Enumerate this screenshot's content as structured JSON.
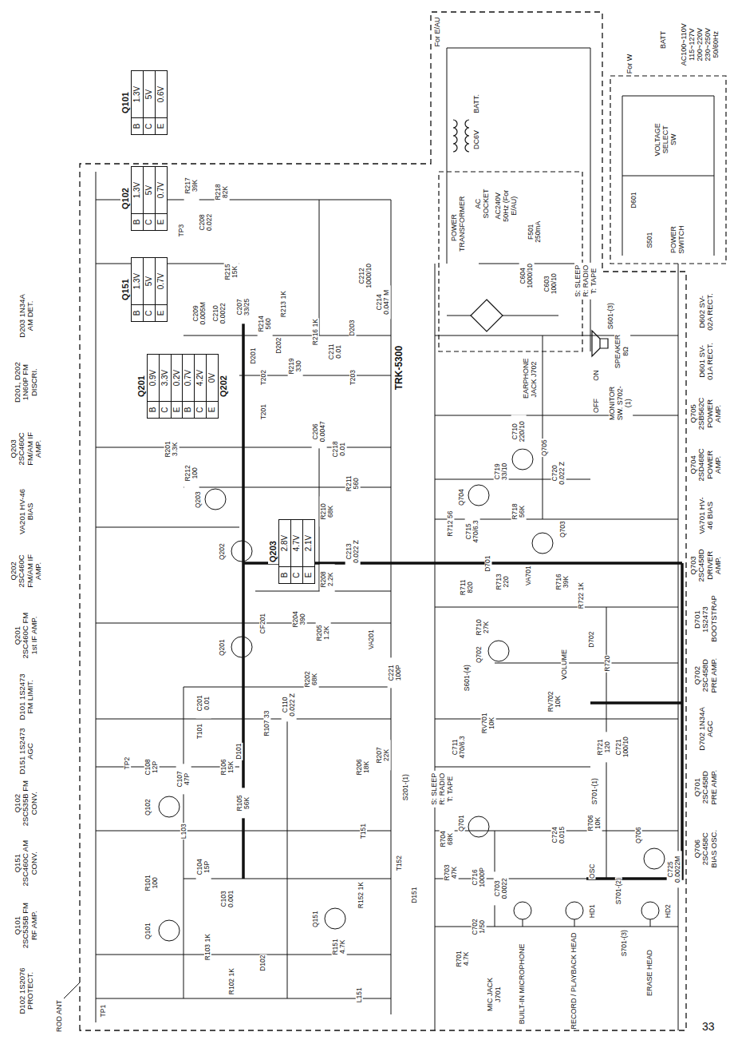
{
  "diagram": {
    "nodes": [
      {
        "text": [
          "Q101",
          "B",
          "1.3V",
          "C",
          "5V",
          "E",
          "0.6V"
        ]
      },
      {
        "text": [
          "Q102",
          "B",
          "1.3V",
          "C",
          "5V",
          "E",
          "0.7V"
        ]
      },
      {
        "text": [
          "Q151",
          "B",
          "1.3V",
          "C",
          "5V",
          "E",
          "0.7V"
        ]
      },
      {
        "text": [
          "Q201",
          "B",
          "0.9V",
          "C",
          "3.3V",
          "E",
          "0.2V"
        ]
      },
      {
        "text": [
          "Q202",
          "B",
          "0.7V",
          "C",
          "4.2V",
          "E",
          "0V"
        ]
      },
      {
        "text": [
          "Q203",
          "B",
          "2.8V",
          "C",
          "4.7V",
          "E",
          "2.1V"
        ]
      }
    ],
    "labels": [
      "D203 1N34A AM DET.",
      "D201, D202 1N60P FM DISCRI.",
      "Q203 2SC460C FM/AM IF AMP.",
      "VA201 HV-46 BIAS",
      "Q202 2SC460C FM/AM IF AMP.",
      "Q201 2SC460C FM 1st IF AMP.",
      "D101 1S2473 FM LIMIT.",
      "D151 1S2473 AGC",
      "Q102 2SC535B FM CONV.",
      "Q151 2SC460C AM CONV.",
      "Q101 2SC535B FM RF AMP.",
      "D102 1S2076 PROTECT.",
      "D602 SV-02A RECT.",
      "D601 SV-01A RECT.",
      "Q705 2SB562C POWER AMP.",
      "Q704 2SD468C POWER AMP.",
      "VA701 HV-46 BIAS",
      "Q703 2SC458D DRIVER AMP.",
      "D701 1S2473 BOOTSTRAP",
      "Q702 2SC458D PRE AMP.",
      "D702 1N34A AGC",
      "Q701 2SC458D PRE AMP.",
      "Q706 2SC458C BIAS OSC.",
      "AC100~110V 115~127V 200~220V 230~250V 50/60Hz",
      "BATT",
      "For W",
      "VOLTAGE SELECT SW",
      "D601",
      "POWER SWITCH",
      "S501",
      "For E/AU",
      "BATT.",
      "DC6V",
      "AC SOCKET",
      "POWER TRANSFORMER",
      "AC240V 50Hz (For E/AU)",
      "F501 250mA",
      "S: SLEEP R: RADIO T: TAPE",
      "S601-(3)",
      "SPEAKER 8Ω",
      "MONITOR SW. S702-(1)",
      "ON",
      "OFF",
      "EARPHONE JACK J702",
      "C604 1000/10",
      "C603 100/10",
      "C710 220/10",
      "C719 33/10",
      "C720 0.022 Z",
      "R712 56",
      "C715 470/6.3",
      "D701",
      "R713 220",
      "R718 56K",
      "VA701",
      "R711 820",
      "R716 39K",
      "R722 1K",
      "D702",
      "R720",
      "R710 27K",
      "S601-(4)",
      "RV702 10K",
      "VOLUME",
      "RV701 10K",
      "C711 470/6.3",
      "S: SLEEP R: RADIO T: TAPE",
      "R704 68K",
      "R703 47K",
      "C716 1000P",
      "C703 0.0022",
      "R701 4.7K",
      "C702 1/50",
      "R721 120",
      "C721 100/10",
      "S701-(1)",
      "R706 10K",
      "C724 0.015",
      "S701-(2)",
      "S701-(3)",
      "Q706",
      "C725 0.0022M",
      "OSC",
      "MIC JACK J701",
      "BUILT-IN MICROPHONE",
      "RECORD / PLAYBACK HEAD",
      "HD1",
      "ERASE HEAD",
      "HD2",
      "Q701",
      "Q702",
      "Q703",
      "Q704",
      "Q705",
      "TRK-5300",
      "TP1",
      "TP2",
      "TP3",
      "R217 39K",
      "C208 0.022",
      "R218 82K",
      "R215 15K",
      "C207 33/25",
      "R214 560",
      "R213 1K",
      "D201",
      "D202",
      "T202",
      "R219 330",
      "C209 0.005M",
      "C210 0.0022",
      "R216 1K",
      "C211 0.01",
      "D203",
      "C212 1000/10",
      "C214 0.047 M",
      "T203",
      "T201",
      "R201 3.3K",
      "R212 100",
      "C206 0.0047",
      "C218 0.01",
      "R211 560",
      "R210 68K",
      "R208 2.2K",
      "C213 0.022 Z",
      "CF201",
      "R204 390",
      "R205 1.2K",
      "VA201",
      "C221 100P",
      "R202 68K",
      "C201 0.01",
      "T101",
      "D101",
      "R107 33",
      "C110 0.022 Z",
      "S201-(1)",
      "R206 18K",
      "R207 22K",
      "T151",
      "T152",
      "D151",
      "C108 12P",
      "C107 47P",
      "R106 15K",
      "R105 56K",
      "C104 15P",
      "L103",
      "R101 100",
      "R103 1K",
      "R102 1K",
      "C103 0.001",
      "D102",
      "R151 4.7K",
      "R152 1K",
      "L151",
      "Q101",
      "Q102",
      "Q151",
      "Q201",
      "Q202",
      "Q203",
      "ROD ANT",
      "33"
    ]
  }
}
